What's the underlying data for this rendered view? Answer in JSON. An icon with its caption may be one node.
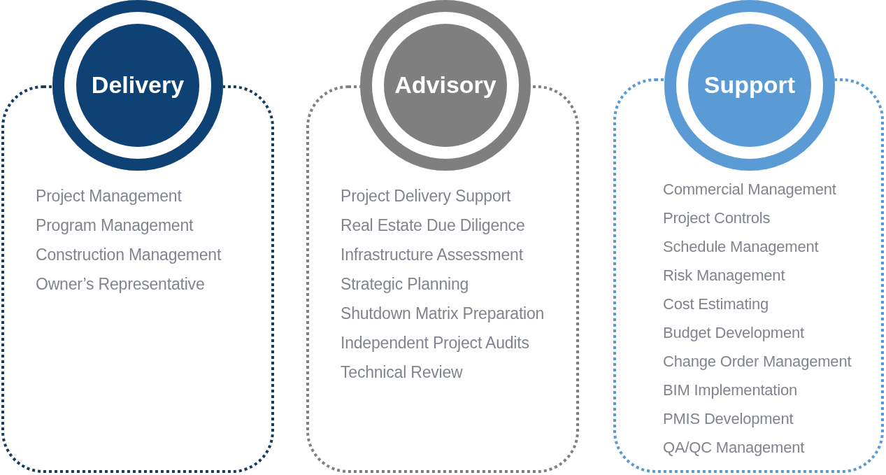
{
  "diagram": {
    "nodes": [
      {
        "text": [
          "Delivery"
        ]
      },
      {
        "text": [
          "Project Management",
          "Program Management",
          "Construction Management",
          "Owner’s Representative"
        ]
      },
      {
        "text": [
          "Advisory"
        ]
      },
      {
        "text": [
          "Project Delivery Support",
          "Real Estate Due Diligence",
          "Infrastructure Assessment",
          "Strategic Planning",
          "Shutdown Matrix Preparation",
          "Independent Project Audits",
          "Technical Review"
        ]
      },
      {
        "text": [
          "Support"
        ]
      },
      {
        "text": [
          "Commercial Management",
          "Project Controls",
          "Schedule Management",
          "Risk Management",
          "Cost Estimating",
          "Budget Development",
          "Change Order Management",
          "BIM Implementation",
          "PMIS Development",
          "QA/QC Management"
        ]
      }
    ]
  }
}
